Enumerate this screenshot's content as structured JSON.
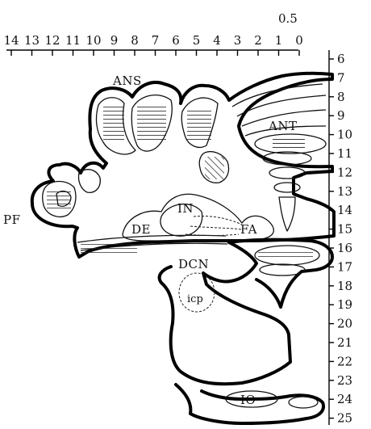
{
  "scale_label": "0.5",
  "top_axis": [
    "14",
    "13",
    "12",
    "11",
    "10",
    "9",
    "8",
    "7",
    "6",
    "5",
    "4",
    "3",
    "2",
    "1",
    "0"
  ],
  "right_axis": [
    "6",
    "7",
    "8",
    "9",
    "10",
    "11",
    "12",
    "13",
    "14",
    "15",
    "16",
    "17",
    "18",
    "19",
    "20",
    "21",
    "22",
    "23",
    "24",
    "25"
  ],
  "regions": {
    "ans": "ANS",
    "ant": "ANT",
    "pf": "PF",
    "in": "IN",
    "de": "DE",
    "fa": "FA",
    "dcn": "DCN",
    "icp": "icp",
    "io": "IO"
  }
}
